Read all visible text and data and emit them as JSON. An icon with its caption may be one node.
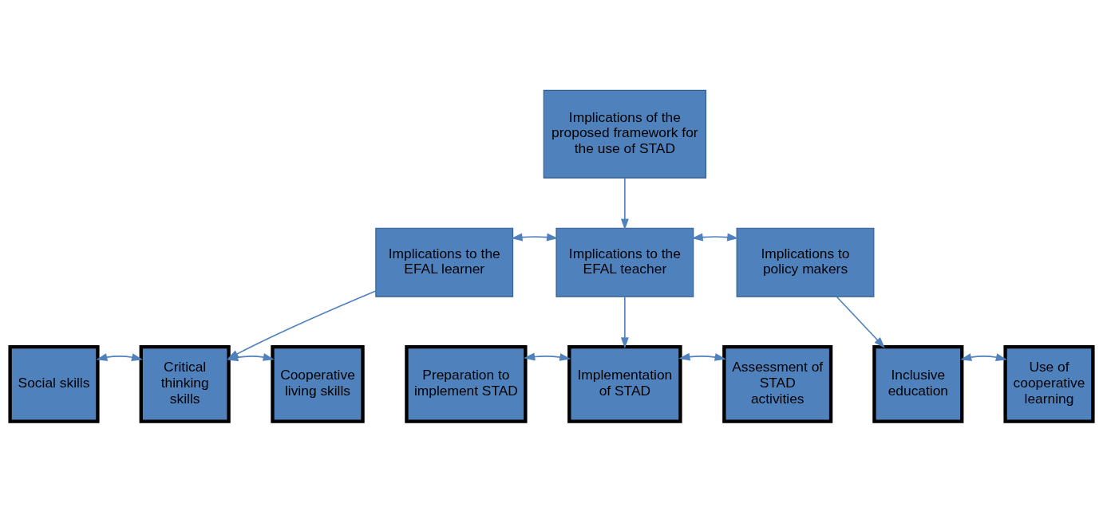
{
  "diagram": {
    "nodes": [
      {
        "text": [
          "Implications of the proposed framework for the use of STAD"
        ]
      },
      {
        "text": [
          "Implications to the EFAL learner"
        ]
      },
      {
        "text": [
          "Implications to the EFAL teacher"
        ]
      },
      {
        "text": [
          "Implications to policy makers"
        ]
      },
      {
        "text": [
          "Social skills"
        ]
      },
      {
        "text": [
          "Critical thinking skills"
        ]
      },
      {
        "text": [
          "Cooperative living skills"
        ]
      },
      {
        "text": [
          "Preparation to implement STAD"
        ]
      },
      {
        "text": [
          "Implementation of STAD"
        ]
      },
      {
        "text": [
          "Assessment of STAD activities"
        ]
      },
      {
        "text": [
          "Inclusive education"
        ]
      },
      {
        "text": [
          "Use of cooperative learning"
        ]
      }
    ],
    "edges": [
      {
        "from": 0,
        "to": 2,
        "arrow": "to"
      },
      {
        "from": 1,
        "to": 2,
        "arrow": "both"
      },
      {
        "from": 2,
        "to": 3,
        "arrow": "both"
      },
      {
        "from": 1,
        "to": 5,
        "arrow": "to"
      },
      {
        "from": 2,
        "to": 8,
        "arrow": "to"
      },
      {
        "from": 3,
        "to": 10,
        "arrow": "to"
      },
      {
        "from": 4,
        "to": 5,
        "arrow": "both"
      },
      {
        "from": 5,
        "to": 6,
        "arrow": "both"
      },
      {
        "from": 7,
        "to": 8,
        "arrow": "both"
      },
      {
        "from": 8,
        "to": 9,
        "arrow": "both"
      },
      {
        "from": 10,
        "to": 11,
        "arrow": "both"
      }
    ]
  }
}
